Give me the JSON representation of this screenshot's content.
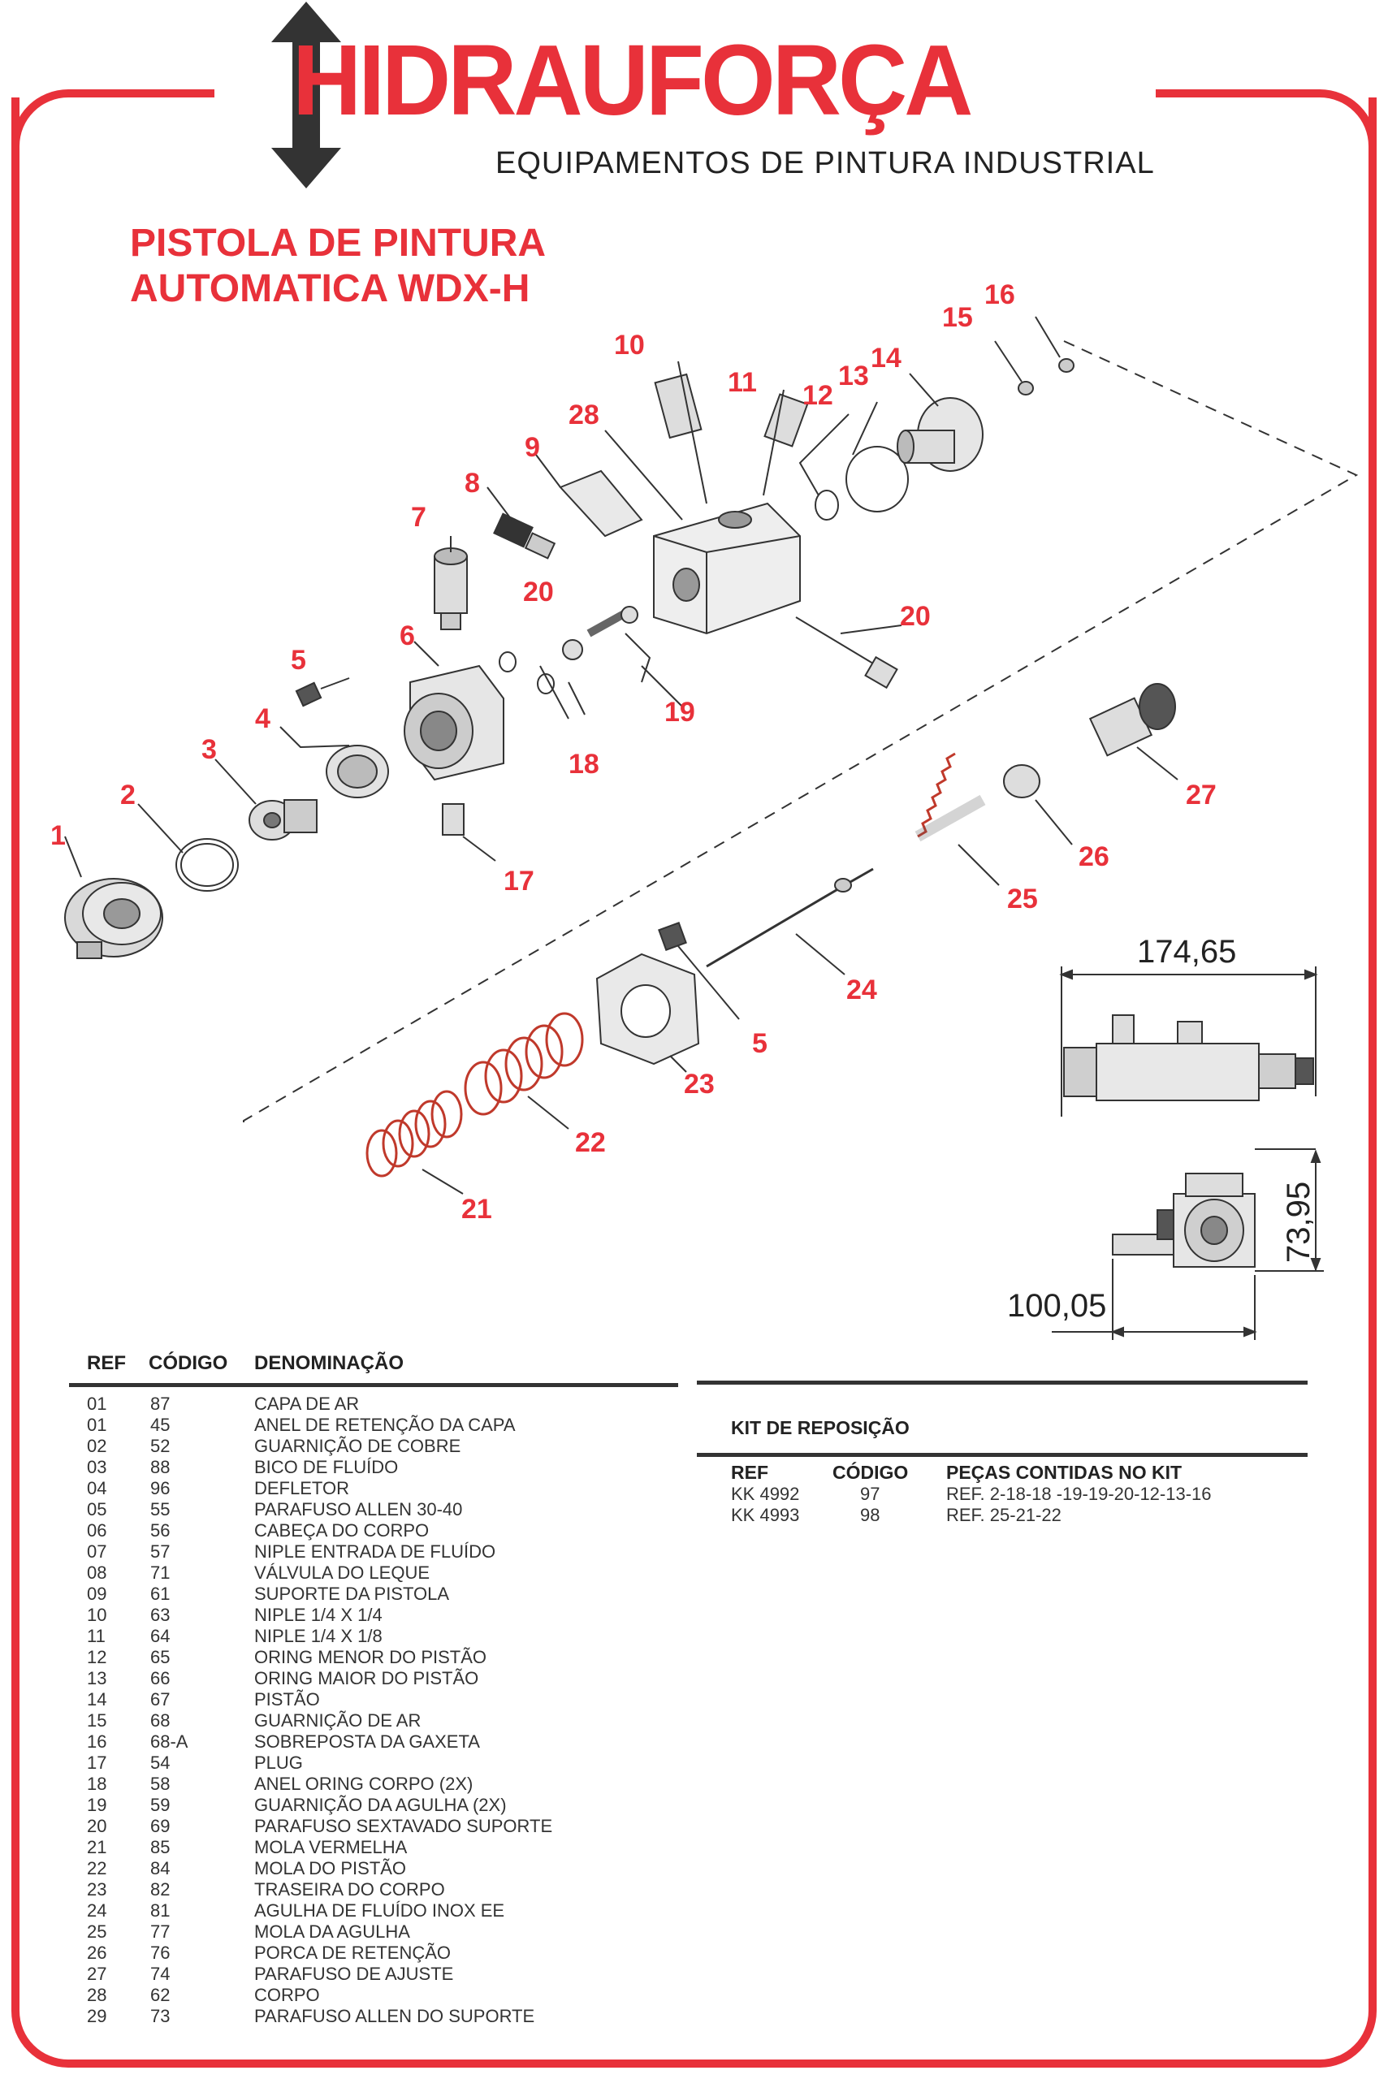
{
  "brand": {
    "name": "HIDRAUFORÇA",
    "subtitle": "EQUIPAMENTOS DE PINTURA INDUSTRIAL",
    "color": "#e8313a"
  },
  "title": {
    "line1": "PISTOLA DE PINTURA",
    "line2": "AUTOMATICA WDX-H"
  },
  "callouts": [
    "1",
    "2",
    "3",
    "4",
    "5",
    "6",
    "7",
    "8",
    "9",
    "10",
    "11",
    "12",
    "13",
    "14",
    "15",
    "16",
    "17",
    "18",
    "19",
    "20",
    "20",
    "21",
    "22",
    "23",
    "24",
    "25",
    "26",
    "27",
    "28",
    "5"
  ],
  "dimensions": {
    "length": "174,65",
    "width": "100,05",
    "height": "73,95"
  },
  "parts_table": {
    "headers": {
      "ref": "REF",
      "codigo": "CÓDIGO",
      "denominacao": "DENOMINAÇÃO"
    },
    "rows": [
      {
        "ref": "01",
        "codigo": "87",
        "denominacao": "CAPA DE AR"
      },
      {
        "ref": "01",
        "codigo": "45",
        "denominacao": "ANEL DE RETENÇÃO DA CAPA"
      },
      {
        "ref": "02",
        "codigo": "52",
        "denominacao": "GUARNIÇÃO DE COBRE"
      },
      {
        "ref": "03",
        "codigo": "88",
        "denominacao": "BICO DE FLUÍDO"
      },
      {
        "ref": "04",
        "codigo": "96",
        "denominacao": "DEFLETOR"
      },
      {
        "ref": "05",
        "codigo": "55",
        "denominacao": "PARAFUSO ALLEN 30-40"
      },
      {
        "ref": "06",
        "codigo": "56",
        "denominacao": "CABEÇA DO CORPO"
      },
      {
        "ref": "07",
        "codigo": "57",
        "denominacao": "NIPLE ENTRADA DE FLUÍDO"
      },
      {
        "ref": "08",
        "codigo": "71",
        "denominacao": "VÁLVULA DO LEQUE"
      },
      {
        "ref": "09",
        "codigo": "61",
        "denominacao": "SUPORTE DA PISTOLA"
      },
      {
        "ref": "10",
        "codigo": "63",
        "denominacao": "NIPLE 1/4 X 1/4"
      },
      {
        "ref": "11",
        "codigo": "64",
        "denominacao": "NIPLE 1/4 X 1/8"
      },
      {
        "ref": "12",
        "codigo": "65",
        "denominacao": "ORING MENOR DO PISTÃO"
      },
      {
        "ref": "13",
        "codigo": "66",
        "denominacao": "ORING MAIOR DO PISTÃO"
      },
      {
        "ref": "14",
        "codigo": "67",
        "denominacao": "PISTÃO"
      },
      {
        "ref": "15",
        "codigo": "68",
        "denominacao": "GUARNIÇÃO DE AR"
      },
      {
        "ref": "16",
        "codigo": "68-A",
        "denominacao": "SOBREPOSTA DA GAXETA"
      },
      {
        "ref": "17",
        "codigo": "54",
        "denominacao": "PLUG"
      },
      {
        "ref": "18",
        "codigo": "58",
        "denominacao": "ANEL ORING CORPO (2X)"
      },
      {
        "ref": "19",
        "codigo": "59",
        "denominacao": "GUARNIÇÃO DA AGULHA (2X)"
      },
      {
        "ref": "20",
        "codigo": "69",
        "denominacao": "PARAFUSO SEXTAVADO SUPORTE"
      },
      {
        "ref": "21",
        "codigo": "85",
        "denominacao": "MOLA VERMELHA"
      },
      {
        "ref": "22",
        "codigo": "84",
        "denominacao": "MOLA DO PISTÃO"
      },
      {
        "ref": "23",
        "codigo": "82",
        "denominacao": "TRASEIRA DO CORPO"
      },
      {
        "ref": "24",
        "codigo": "81",
        "denominacao": "AGULHA DE FLUÍDO INOX EE"
      },
      {
        "ref": "25",
        "codigo": "77",
        "denominacao": "MOLA DA AGULHA"
      },
      {
        "ref": "26",
        "codigo": "76",
        "denominacao": "PORCA DE RETENÇÃO"
      },
      {
        "ref": "27",
        "codigo": "74",
        "denominacao": "PARAFUSO DE AJUSTE"
      },
      {
        "ref": "28",
        "codigo": "62",
        "denominacao": "CORPO"
      },
      {
        "ref": "29",
        "codigo": "73",
        "denominacao": "PARAFUSO ALLEN DO SUPORTE"
      }
    ]
  },
  "kit": {
    "title": "KIT DE REPOSIÇÃO",
    "headers": {
      "ref": "REF",
      "codigo": "CÓDIGO",
      "pecas": "PEÇAS CONTIDAS NO KIT"
    },
    "rows": [
      {
        "ref": "KK 4992",
        "codigo": "97",
        "pecas": "REF. 2-18-18 -19-19-20-12-13-16"
      },
      {
        "ref": "KK 4993",
        "codigo": "98",
        "pecas": "REF. 25-21-22"
      }
    ]
  }
}
